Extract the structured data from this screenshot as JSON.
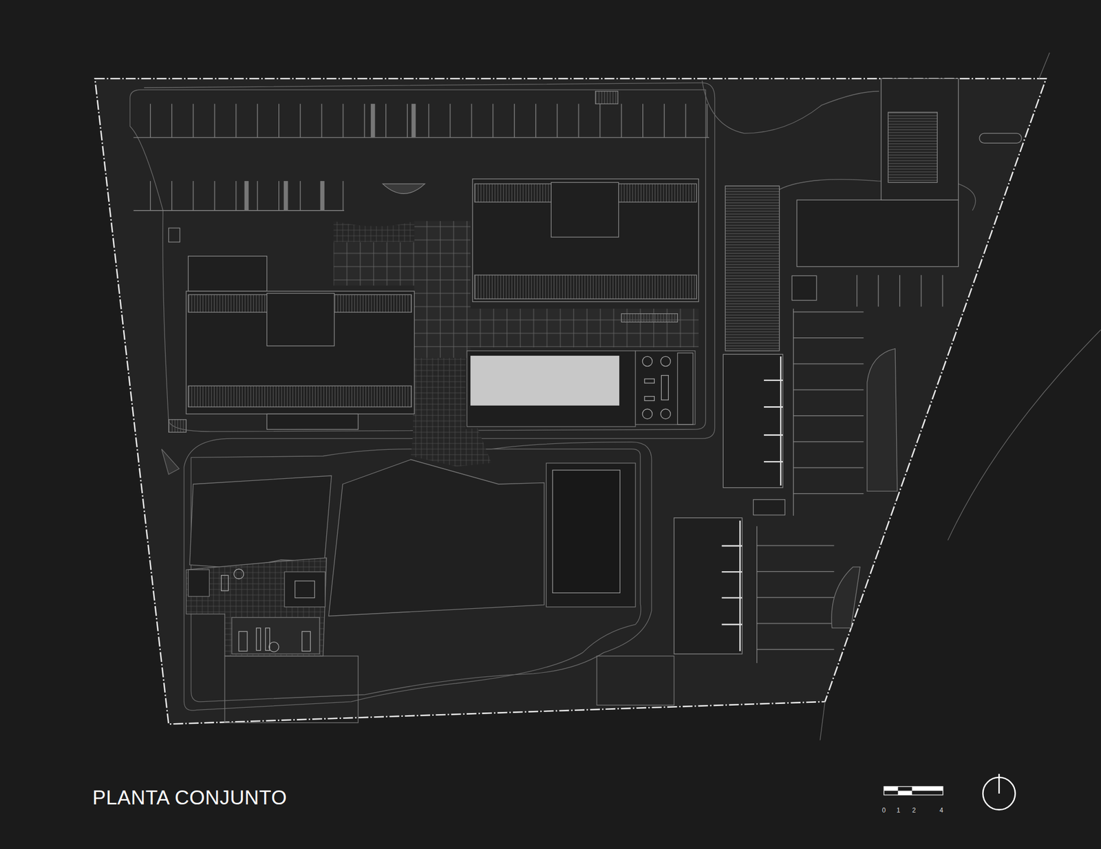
{
  "diagram": {
    "title": "PLANTA CONJUNTO",
    "labels": [
      "0",
      "1",
      "2",
      "4"
    ]
  }
}
